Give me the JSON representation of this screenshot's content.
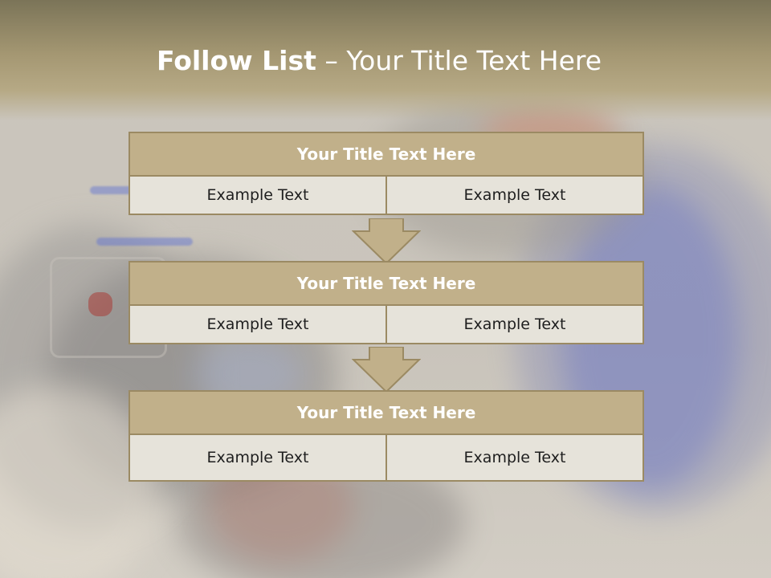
{
  "slide": {
    "title_bold": "Follow List",
    "title_rest": " – Your Title Text Here"
  },
  "blocks": [
    {
      "title": "Your Title Text Here",
      "left": "Example Text",
      "right": "Example Text"
    },
    {
      "title": "Your Title Text Here",
      "left": "Example Text",
      "right": "Example Text"
    },
    {
      "title": "Your Title Text Here",
      "left": "Example Text",
      "right": "Example Text"
    }
  ],
  "colors": {
    "header_band": "#a49772",
    "block_head": "#c1b08a",
    "block_border": "#9b8a63",
    "cell_bg": "#e6e3da"
  },
  "icons": [
    "down-arrow-icon",
    "down-arrow-icon"
  ]
}
